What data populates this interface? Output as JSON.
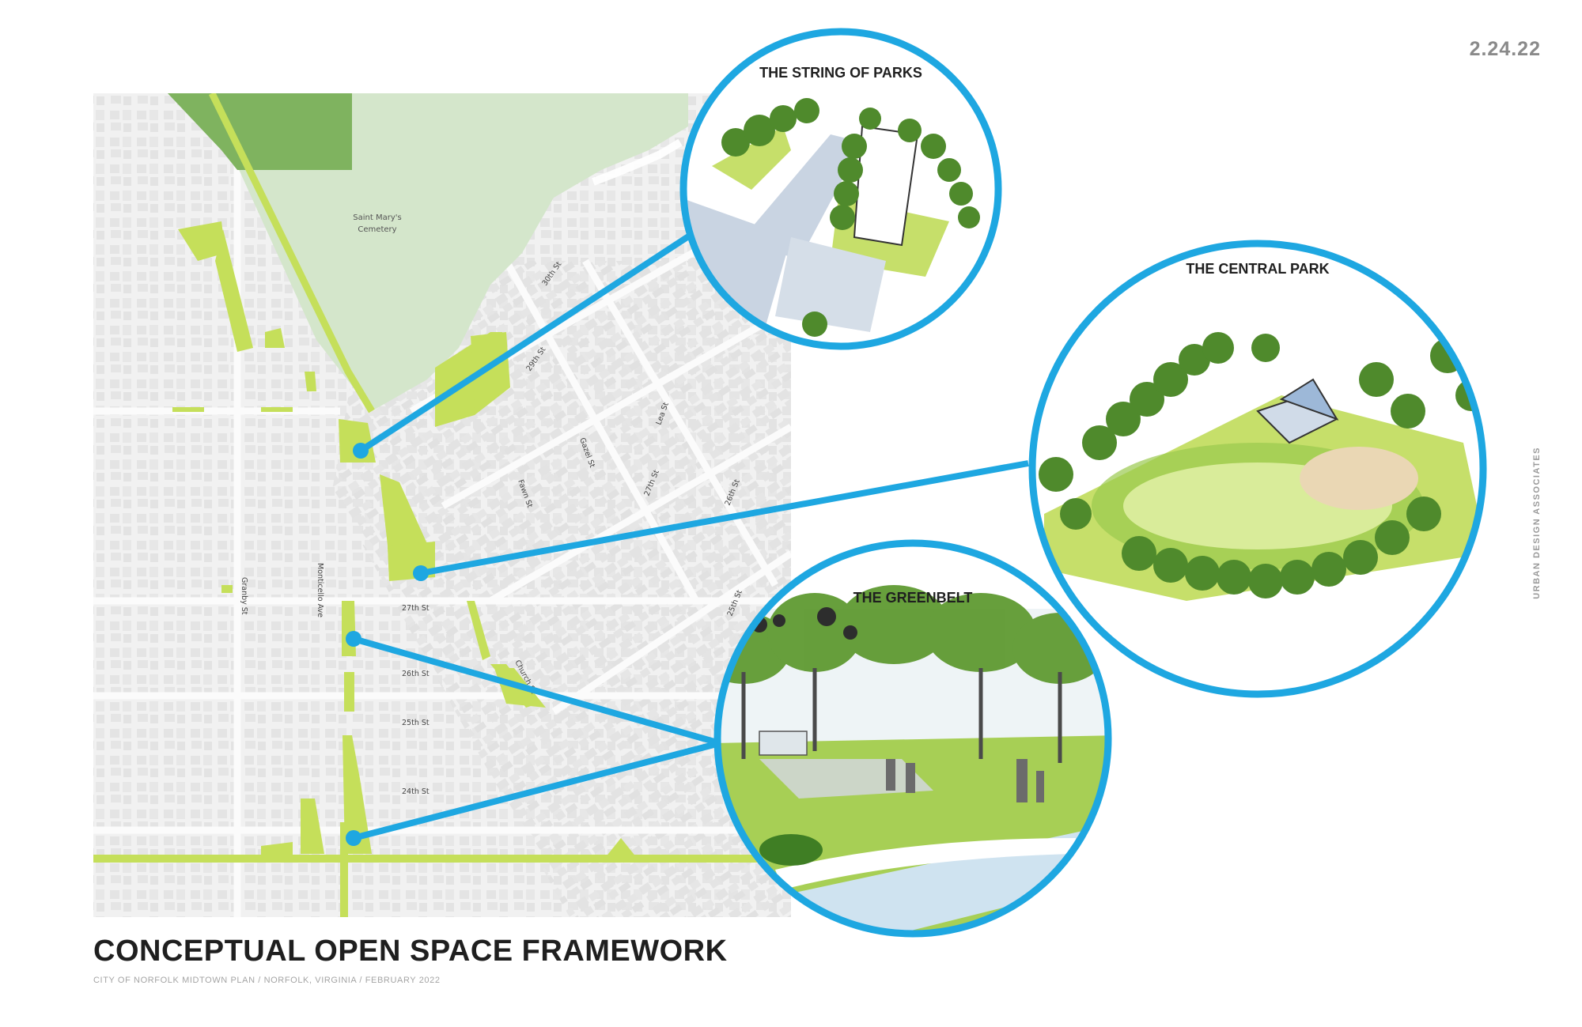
{
  "date": "2.24.22",
  "side_credit": "URBAN DESIGN ASSOCIATES",
  "title": "CONCEPTUAL OPEN SPACE FRAMEWORK",
  "subtitle": "CITY OF NORFOLK MIDTOWN PLAN / NORFOLK, VIRGINIA / FEBRUARY 2022",
  "map": {
    "landmarks": [
      {
        "name_line1": "Saint Mary's",
        "name_line2": "Cemetery"
      }
    ],
    "street_labels": [
      {
        "text": "30th St"
      },
      {
        "text": "29th St"
      },
      {
        "text": "Lea St"
      },
      {
        "text": "Gazel St"
      },
      {
        "text": "Fawn St"
      },
      {
        "text": "27th St"
      },
      {
        "text": "26th St"
      },
      {
        "text": "25th St"
      },
      {
        "text": "Granby St"
      },
      {
        "text": "Monticello Ave"
      },
      {
        "text": "27th St"
      },
      {
        "text": "26th St"
      },
      {
        "text": "Church St"
      },
      {
        "text": "25th St"
      },
      {
        "text": "24th St"
      }
    ]
  },
  "vignettes": [
    {
      "title": "THE STRING OF PARKS"
    },
    {
      "title": "THE CENTRAL PARK"
    },
    {
      "title": "THE GREENBELT"
    }
  ],
  "colors": {
    "accent_blue": "#1ea7e1",
    "open_space_green": "#c5df5a",
    "cemetery_green": "#cfe3c6",
    "map_gray": "#eeeeee",
    "tree_green": "#4f8a2c"
  }
}
